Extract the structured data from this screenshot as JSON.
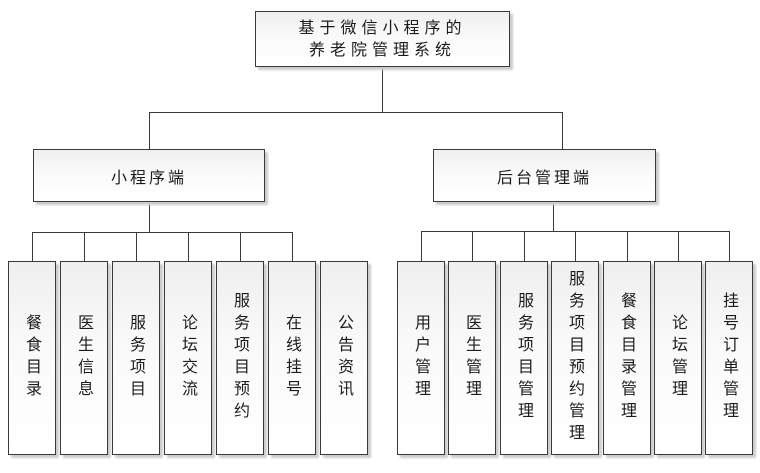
{
  "diagram": {
    "root": {
      "line1": "基于微信小程序的",
      "line2": "养老院管理系统"
    },
    "branches": [
      {
        "label": "小程序端",
        "children": [
          "餐食目录",
          "医生信息",
          "服务项目",
          "论坛交流",
          "服务项目预约",
          "在线挂号",
          "公告资讯"
        ]
      },
      {
        "label": "后台管理端",
        "children": [
          "用户管理",
          "医生管理",
          "服务项目管理",
          "服务项目预约管理",
          "餐食目录管理",
          "论坛管理",
          "挂号订单管理"
        ]
      }
    ],
    "colors": {
      "border": "#3a3a3a",
      "connector": "#3a3a3a",
      "box_gradient_top": "#efefef",
      "box_gradient_bottom": "#ffffff",
      "shadow": "#cccccc",
      "text": "#1c1c1c",
      "canvas": "#ffffff"
    }
  }
}
